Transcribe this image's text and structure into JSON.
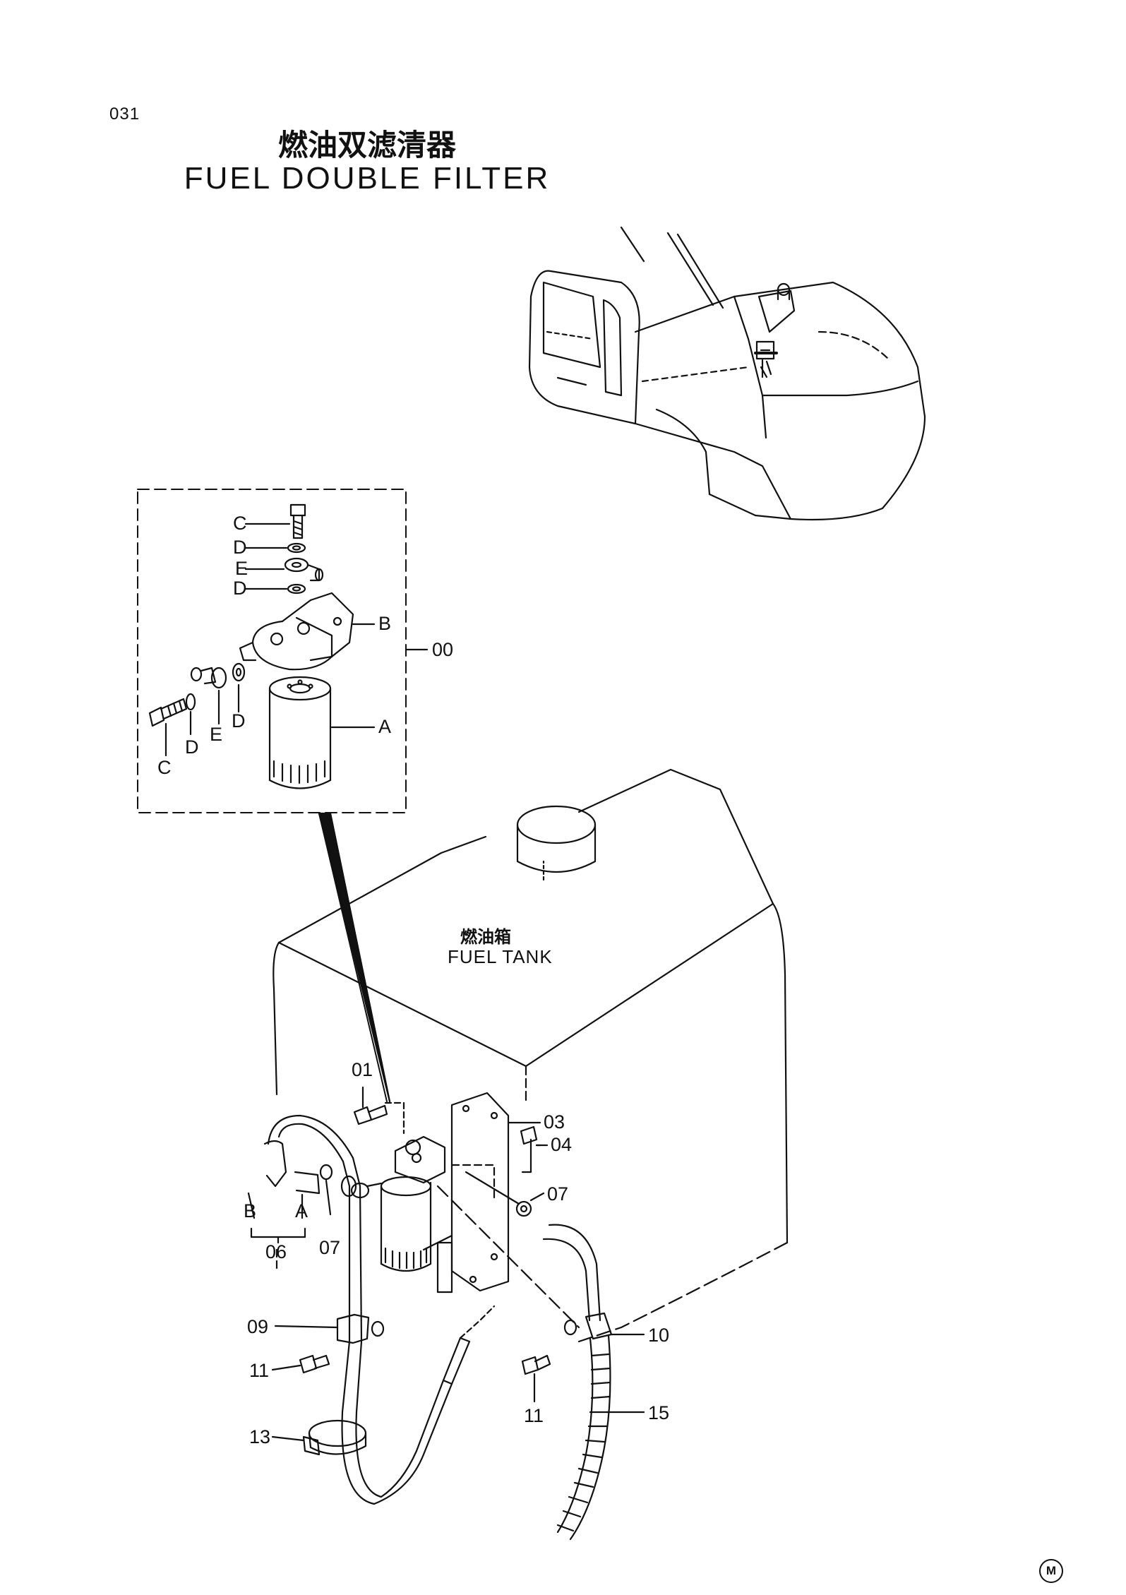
{
  "header": {
    "page_number": "031",
    "title_cn": "燃油双滤清器",
    "title_en": "FUEL DOUBLE FILTER"
  },
  "tank_label": {
    "cn": "燃油箱",
    "en": "FUEL TANK"
  },
  "detail_callouts": {
    "c_top": "C",
    "d_top": "D",
    "e_top": "E",
    "d_mid": "D",
    "b": "B",
    "assembly": "00",
    "a": "A",
    "d_low": "D",
    "e_low": "E",
    "d_left": "D",
    "c_left": "C"
  },
  "part_callouts": {
    "p01": "01",
    "p03": "03",
    "p04": "04",
    "p07_right": "07",
    "b": "B",
    "a": "A",
    "p06": "06",
    "p07_left": "07",
    "p09": "09",
    "p10": "10",
    "p11_left": "11",
    "p11_right": "11",
    "p13": "13",
    "p15": "15"
  },
  "corner_mark": "M"
}
